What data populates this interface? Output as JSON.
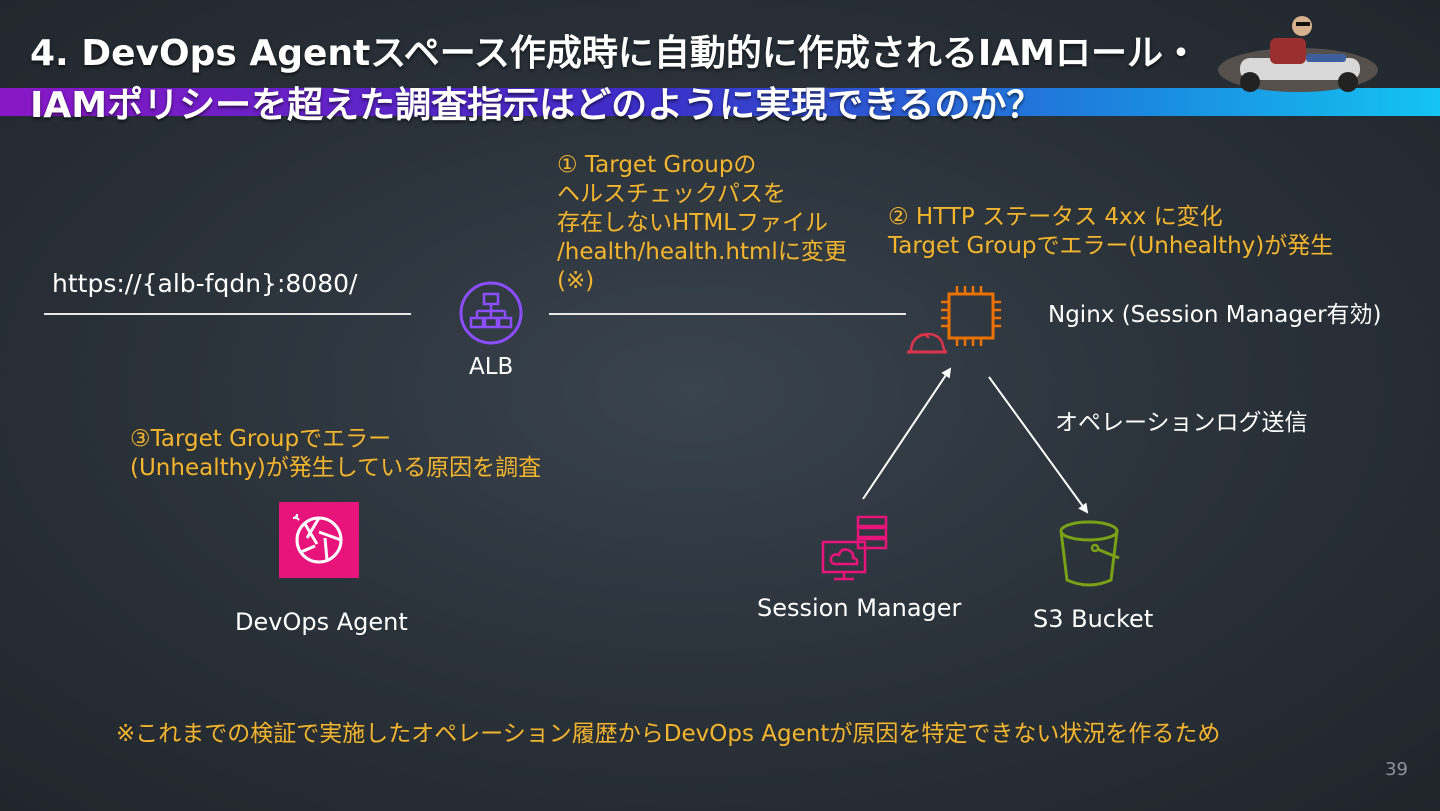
{
  "slide": {
    "title_line1": "4. DevOps Agentスペース作成時に自動的に作成されるIAMロール・",
    "title_line2": "IAMポリシーを超えた調査指示はどのように実現できるのか？",
    "page_number": "39"
  },
  "diagram": {
    "url": "https://{alb-fqdn}:8080/",
    "alb_label": "ALB",
    "step1": [
      "① Target Groupの",
      "ヘルスチェックパスを",
      "存在しないHTMLファイル",
      "/health/health.htmlに変更",
      "(※)"
    ],
    "step2": [
      "② HTTP ステータス 4xx に変化",
      "Target Groupでエラー(Unhealthy)が発生"
    ],
    "nginx_label": "Nginx (Session Manager有効)",
    "oplog_label": "オペレーションログ送信",
    "step3": [
      "③Target Groupでエラー",
      "(Unhealthy)が発生している原因を調査"
    ],
    "devops_label": "DevOps Agent",
    "session_label": "Session Manager",
    "s3_label": "S3 Bucket",
    "footnote": "※これまでの検証で実施したオペレーション履歴からDevOps Agentが原因を特定できない状況を作るため"
  },
  "colors": {
    "annotation": "#f5b52c",
    "alb_icon": "#8c4fff",
    "ec2_icon": "#ed7100",
    "session_icon": "#e7157b",
    "s3_icon": "#7aa116",
    "devops_bg": "#e7157b"
  },
  "icons": {
    "alb": "load-balancer-icon",
    "ec2": "ec2-instance-icon",
    "devops": "devops-agent-icon",
    "session": "session-manager-icon",
    "s3": "s3-bucket-icon"
  }
}
